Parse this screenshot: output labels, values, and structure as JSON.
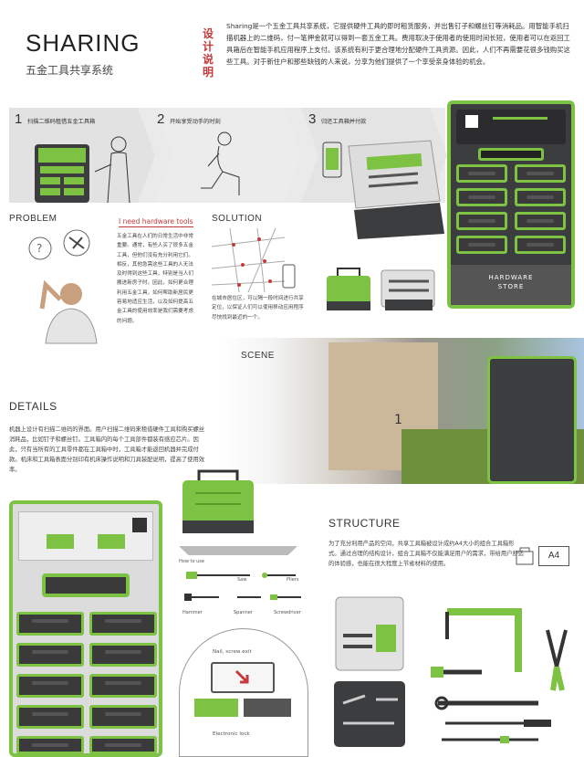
{
  "header": {
    "title": "SHARING",
    "subtitle": "五金工具共享系统",
    "desc_head": "设计说明",
    "desc_text": "Sharing是一个五金工具共享系统，它提供硬件工具的即时租赁服务，并出售钉子和螺丝钉等消耗品。用智能手机扫描机器上的二维码，付一笔押金就可以得到一套五金工具。费用取决于使用者的使用时间长短，使用者可以在返回工具箱后在智能手机应用程序上支付。该系统有利于更合理地分配硬件工具资源。因此，人们不再需要花很多钱购买这些工具。对于新住户和那些缺钱的人来说，分享为他们提供了一个享受亲身体验的机会。"
  },
  "steps": [
    {
      "num": "1",
      "label": "扫描二维码租借五金工具箱"
    },
    {
      "num": "2",
      "label": "开始享受动手的时刻"
    },
    {
      "num": "3",
      "label": "归还工具箱并付款"
    }
  ],
  "problem": {
    "head": "PROBLEM",
    "quote": "I need hardware tools",
    "text": "五金工具在人们的日常生活中非常重要。通常，有些人买了很多五金工具，但他们没有充分利用它们。相反，其他急需这些工具的人无法及时得到这些工具，特别是当人们搬进新房子时。因此，如何更合理利用五金工具，如何帮助新居民更容易地适应生活，以及如何提高五金工具的使用效率是我们需要考虑的问题。"
  },
  "solution": {
    "head": "SOLUTION",
    "text": "在城市居住区，可以隔一段时间进行共享定位，以保证人们可以使用移动应用程序尽快找到最近的一个。"
  },
  "kiosk": {
    "brand_line1": "HARDWARE",
    "brand_line2": "STORE"
  },
  "scene": {
    "head": "SCENE",
    "door_number": "1"
  },
  "details": {
    "head": "DETAILS",
    "text": "机器上设计有扫描二维码的界面。用户扫描二维码来租借硬件工具和购买螺丝消耗品，比如钉子和螺丝钉。工具箱内的每个工具部件都装有感应芯片。因此，只有当所有的工具零件都在工具箱中时，工具箱才能返回机器并完成付款。机床和工具箱表面分别印有机床操作说明和刀具装配说明，提高了使用效率。",
    "how_to_use": "How to use",
    "tools": [
      "Saw",
      "Pliers",
      "Hammer",
      "Spanner",
      "Screwdriver"
    ],
    "nail_exit": "Nail, screw exit",
    "electronic_lock": "Electronic lock"
  },
  "structure": {
    "head": "STRUCTURE",
    "text": "为了充分利用产品的空间，共享工具箱被设计成约A4大小的组合工具箱形式。通过合理的结构设计，组合工具箱不仅能满足用户的需求，带给用户舒适的体验感，也能在很大程度上节省材料的使用。",
    "a4": "A4"
  },
  "colors": {
    "accent": "#7dc242",
    "dark": "#3c3d3f",
    "red": "#c43a3a"
  }
}
